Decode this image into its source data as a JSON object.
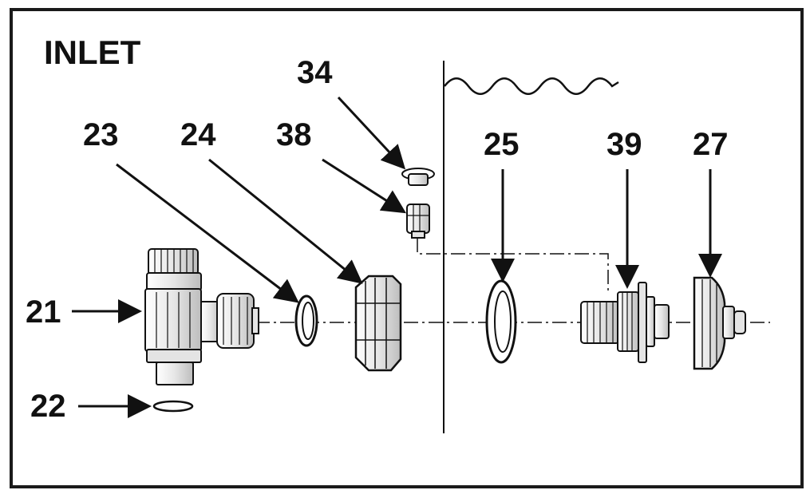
{
  "title": "INLET",
  "callouts": {
    "c21": "21",
    "c22": "22",
    "c23": "23",
    "c24": "24",
    "c25": "25",
    "c27": "27",
    "c34": "34",
    "c38": "38",
    "c39": "39"
  },
  "colors": {
    "ink": "#111111",
    "part_fill": "#ffffff",
    "shade": "#cfcfcf"
  }
}
